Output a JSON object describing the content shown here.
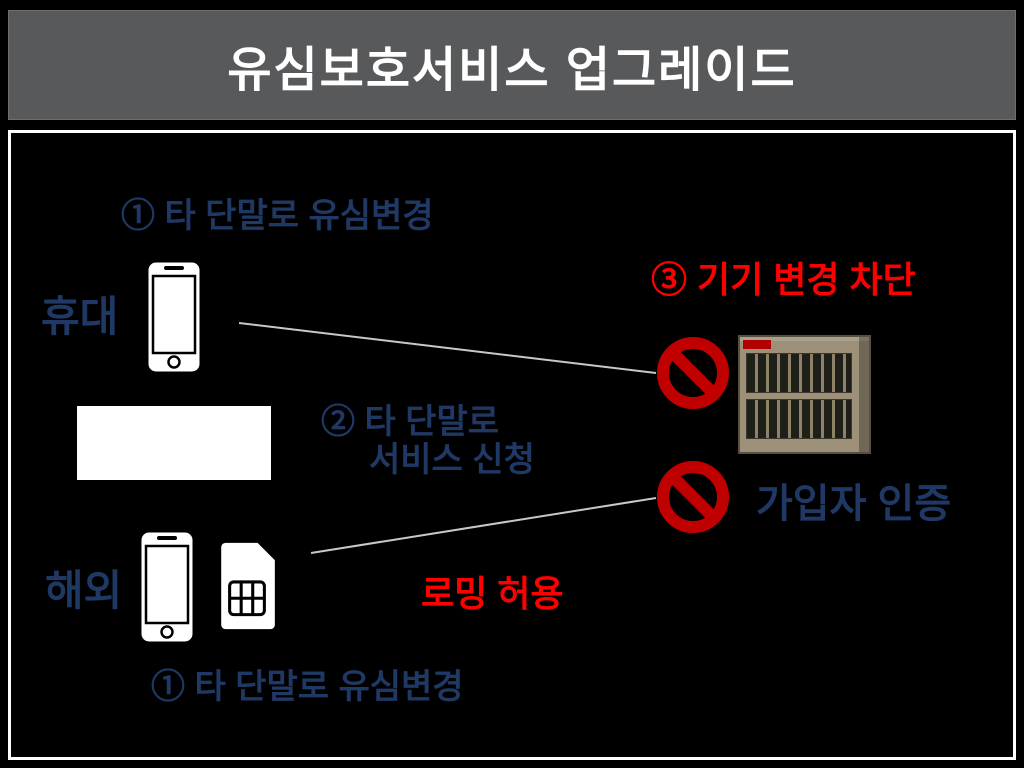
{
  "header": {
    "title": "유심보호서비스 업그레이드"
  },
  "diagram": {
    "top_step": "① 타 단말로 유심변경",
    "domestic_label": "휴대",
    "device_change_block": "③  기기 변경 차단",
    "mid_step_line1": "② 타 단말로",
    "mid_step_line2": "서비스 신청",
    "subscriber_auth": "가입자 인증",
    "overseas_label": "해외",
    "roaming_allowed": "로밍 허용",
    "bottom_step": "① 타 단말로 유심변경"
  },
  "icons": {
    "phone": "smartphone-icon",
    "sim": "sim-card-icon",
    "prohibition": "no-entry-icon",
    "server": "server-cabinet-image"
  },
  "colors": {
    "header_bg": "#58595b",
    "navy_text": "#1f3864",
    "red_text": "#ff0000",
    "prohibition_red": "#c00000",
    "cabinet_tan": "#9c9078",
    "line_gray": "#c8c8c8"
  }
}
